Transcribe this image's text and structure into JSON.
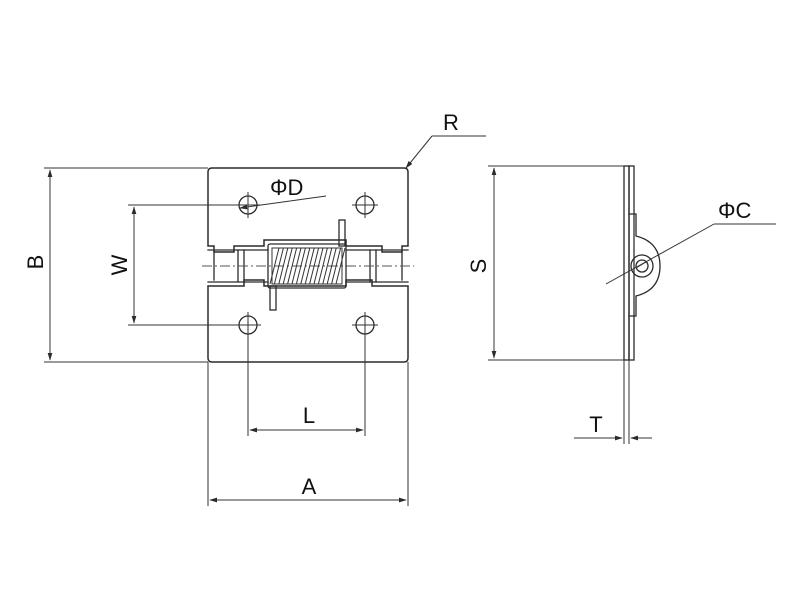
{
  "labels": {
    "R": "R",
    "D": "ΦD",
    "W": "W",
    "B": "B",
    "L": "L",
    "A": "A",
    "S": "S",
    "C": "ΦC",
    "T": "T"
  },
  "colors": {
    "line": "#2b2b2b",
    "background": "#ffffff"
  }
}
